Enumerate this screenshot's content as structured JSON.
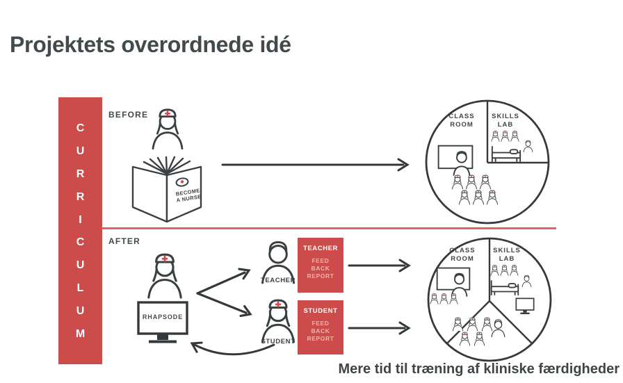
{
  "title": "Projektets overordnede idé",
  "caption": "Mere tid til træning af kliniske færdigheder",
  "curriculum": {
    "letters": [
      "C",
      "U",
      "R",
      "R",
      "I",
      "C",
      "U",
      "L",
      "U",
      "M"
    ]
  },
  "sections": {
    "before": {
      "label": "BEFORE"
    },
    "after": {
      "label": "AFTER"
    }
  },
  "book": {
    "cover_lines": [
      "BECOME",
      "A NURSE"
    ]
  },
  "after_flow": {
    "monitor_label": "RHAPSODE",
    "teacher_label": "TEACHER",
    "student_label": "STUDENT",
    "feedback_boxes": [
      {
        "title": "TEACHER",
        "lines": [
          "FEED",
          "BACK",
          "REPORT"
        ]
      },
      {
        "title": "STUDENT",
        "lines": [
          "FEED",
          "BACK",
          "REPORT"
        ]
      }
    ]
  },
  "circle_before": {
    "classroom": [
      "CLASS",
      "ROOM"
    ],
    "skillslab": [
      "SKILLS",
      "LAB"
    ]
  },
  "circle_after": {
    "classroom": [
      "CLASS",
      "ROOM"
    ],
    "skillslab": [
      "SKILLS",
      "LAB"
    ]
  },
  "colors": {
    "red": "#CC4C4B",
    "red_line": "#E4615B",
    "ink": "#3A3F42",
    "text_dark": "#40474A",
    "box_text_soft": "#F2B3AE",
    "accent_cross": "#D14B47"
  }
}
